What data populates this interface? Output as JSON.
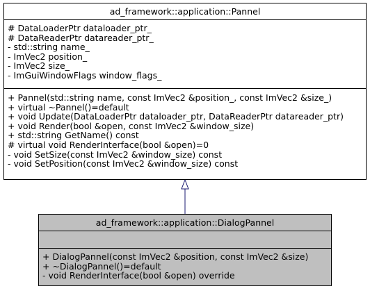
{
  "base_class": {
    "name": "ad_framework::application::Pannel",
    "attributes": [
      "# DataLoaderPtr dataloader_ptr_",
      "# DataReaderPtr datareader_ptr_",
      "- std::string name_",
      "- ImVec2 position_",
      "- ImVec2 size_",
      "- ImGuiWindowFlags window_flags_"
    ],
    "methods": [
      "+ Pannel(std::string name, const ImVec2 &position_, const ImVec2 &size_)",
      "+ virtual ~Pannel()=default",
      "+ void Update(DataLoaderPtr dataloader_ptr, DataReaderPtr datareader_ptr)",
      "+ void Render(bool &open, const ImVec2 &window_size)",
      "+ std::string GetName() const",
      "# virtual void RenderInterface(bool &open)=0",
      "- void SetSize(const ImVec2 &window_size) const",
      "- void SetPosition(const ImVec2 &window_size) const"
    ]
  },
  "derived_class": {
    "name": "ad_framework::application::DialogPannel",
    "attributes": [],
    "methods": [
      "+ DialogPannel(const ImVec2 &position, const ImVec2 &size)",
      "+ ~DialogPannel()=default",
      "- void RenderInterface(bool &open) override"
    ]
  },
  "colors": {
    "derived_fill": "#bfbfbf",
    "connector": "#191970"
  }
}
